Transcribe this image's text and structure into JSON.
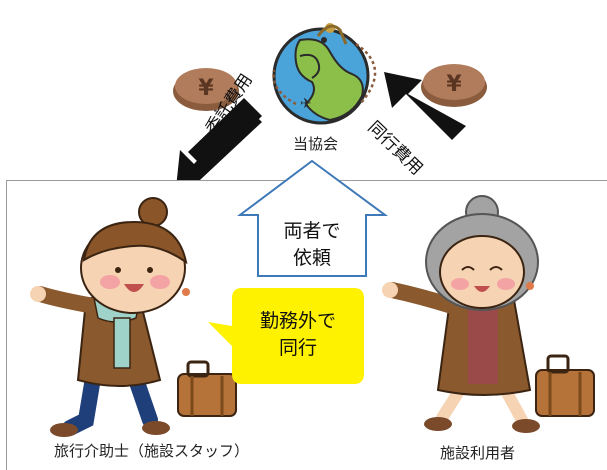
{
  "center": {
    "name": "当協会"
  },
  "arrows": {
    "left_label": "委託費用",
    "right_label": "同行費用"
  },
  "coins": {
    "symbol": "¥"
  },
  "request_box": {
    "line1": "両者で",
    "line2": "依頼"
  },
  "speech": {
    "line1": "勤務外で",
    "line2": "同行"
  },
  "people": {
    "left_caption": "旅行介助士（施設スタッフ）",
    "right_caption": "施設利用者"
  },
  "colors": {
    "coin": "#a8785a",
    "globe_sea": "#4aa3d9",
    "globe_land": "#8bbf4a",
    "speech_fill": "#fff200",
    "house_stroke": "#3e79b8",
    "coat": "#8a5a2e",
    "suitcase": "#b5733a"
  }
}
